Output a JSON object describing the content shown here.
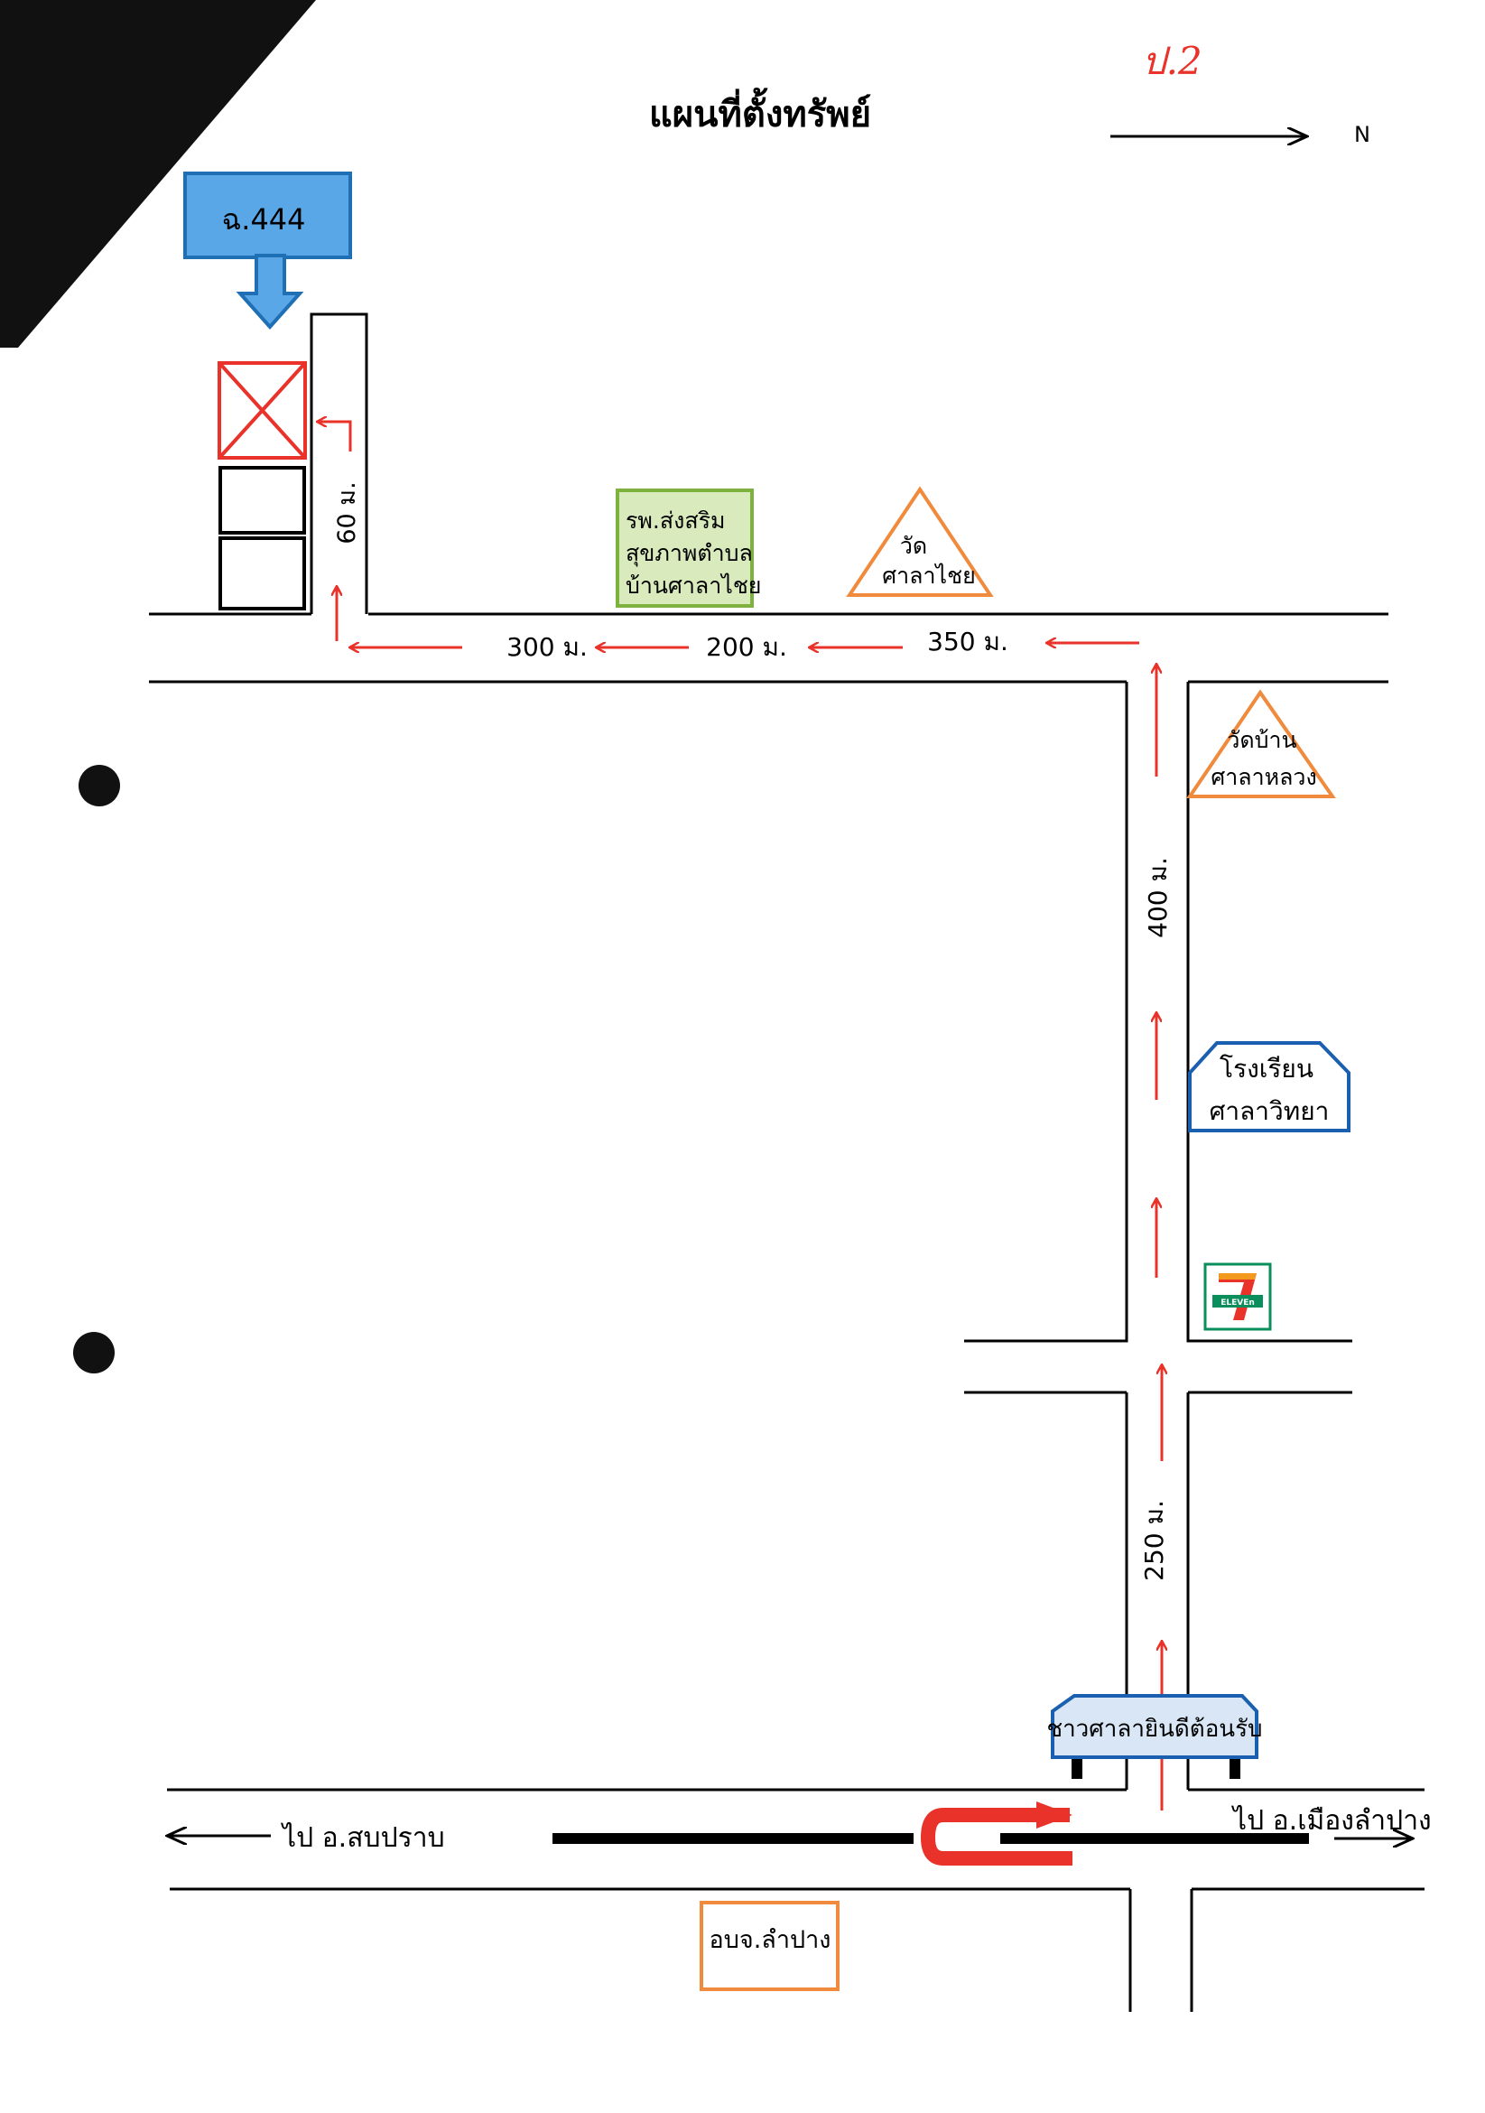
{
  "header": {
    "title": "แผนที่ตั้งทรัพย์",
    "north_label": "N",
    "page_mark": "ป.2"
  },
  "property": {
    "deed_label": "ฉ.444"
  },
  "distances": {
    "d60": "60 ม.",
    "d300": "300 ม.",
    "d200": "200 ม.",
    "d350": "350 ม.",
    "d400": "400 ม.",
    "d250": "250 ม."
  },
  "landmarks": {
    "hospital": [
      "รพ.ส่งสริม",
      "สุขภาพตำบล",
      "บ้านศาลาไชย"
    ],
    "temple_salachai": [
      "วัด",
      "ศาลาไชย"
    ],
    "temple_ban_sala_luang": [
      "วัดบ้าน",
      "ศาลาหลวง"
    ],
    "school": [
      "โรงเรียน",
      "ศาลาวิทยา"
    ],
    "seven_eleven": "ELEVEn",
    "welcome_sign": "ชาวศาลายินดีต้อนรับ",
    "pao_lampang": "อบจ.ลำปาง"
  },
  "directions": {
    "to_sop_prap": "ไป อ.สบปราบ",
    "to_mueang_lampang": "ไป อ.เมืองลำปาง"
  },
  "colors": {
    "road": "#000000",
    "route_arrow": "#e8322a",
    "deed_blue": "#5aa7e8",
    "deed_border": "#1f6fb5",
    "hospital_fill": "#d9ebbd",
    "hospital_border": "#7db23f",
    "temple_orange": "#f08a3c",
    "school_blue": "#1a5fb0",
    "property_red": "#e8322a",
    "sign_fill": "#d8e6f6"
  }
}
